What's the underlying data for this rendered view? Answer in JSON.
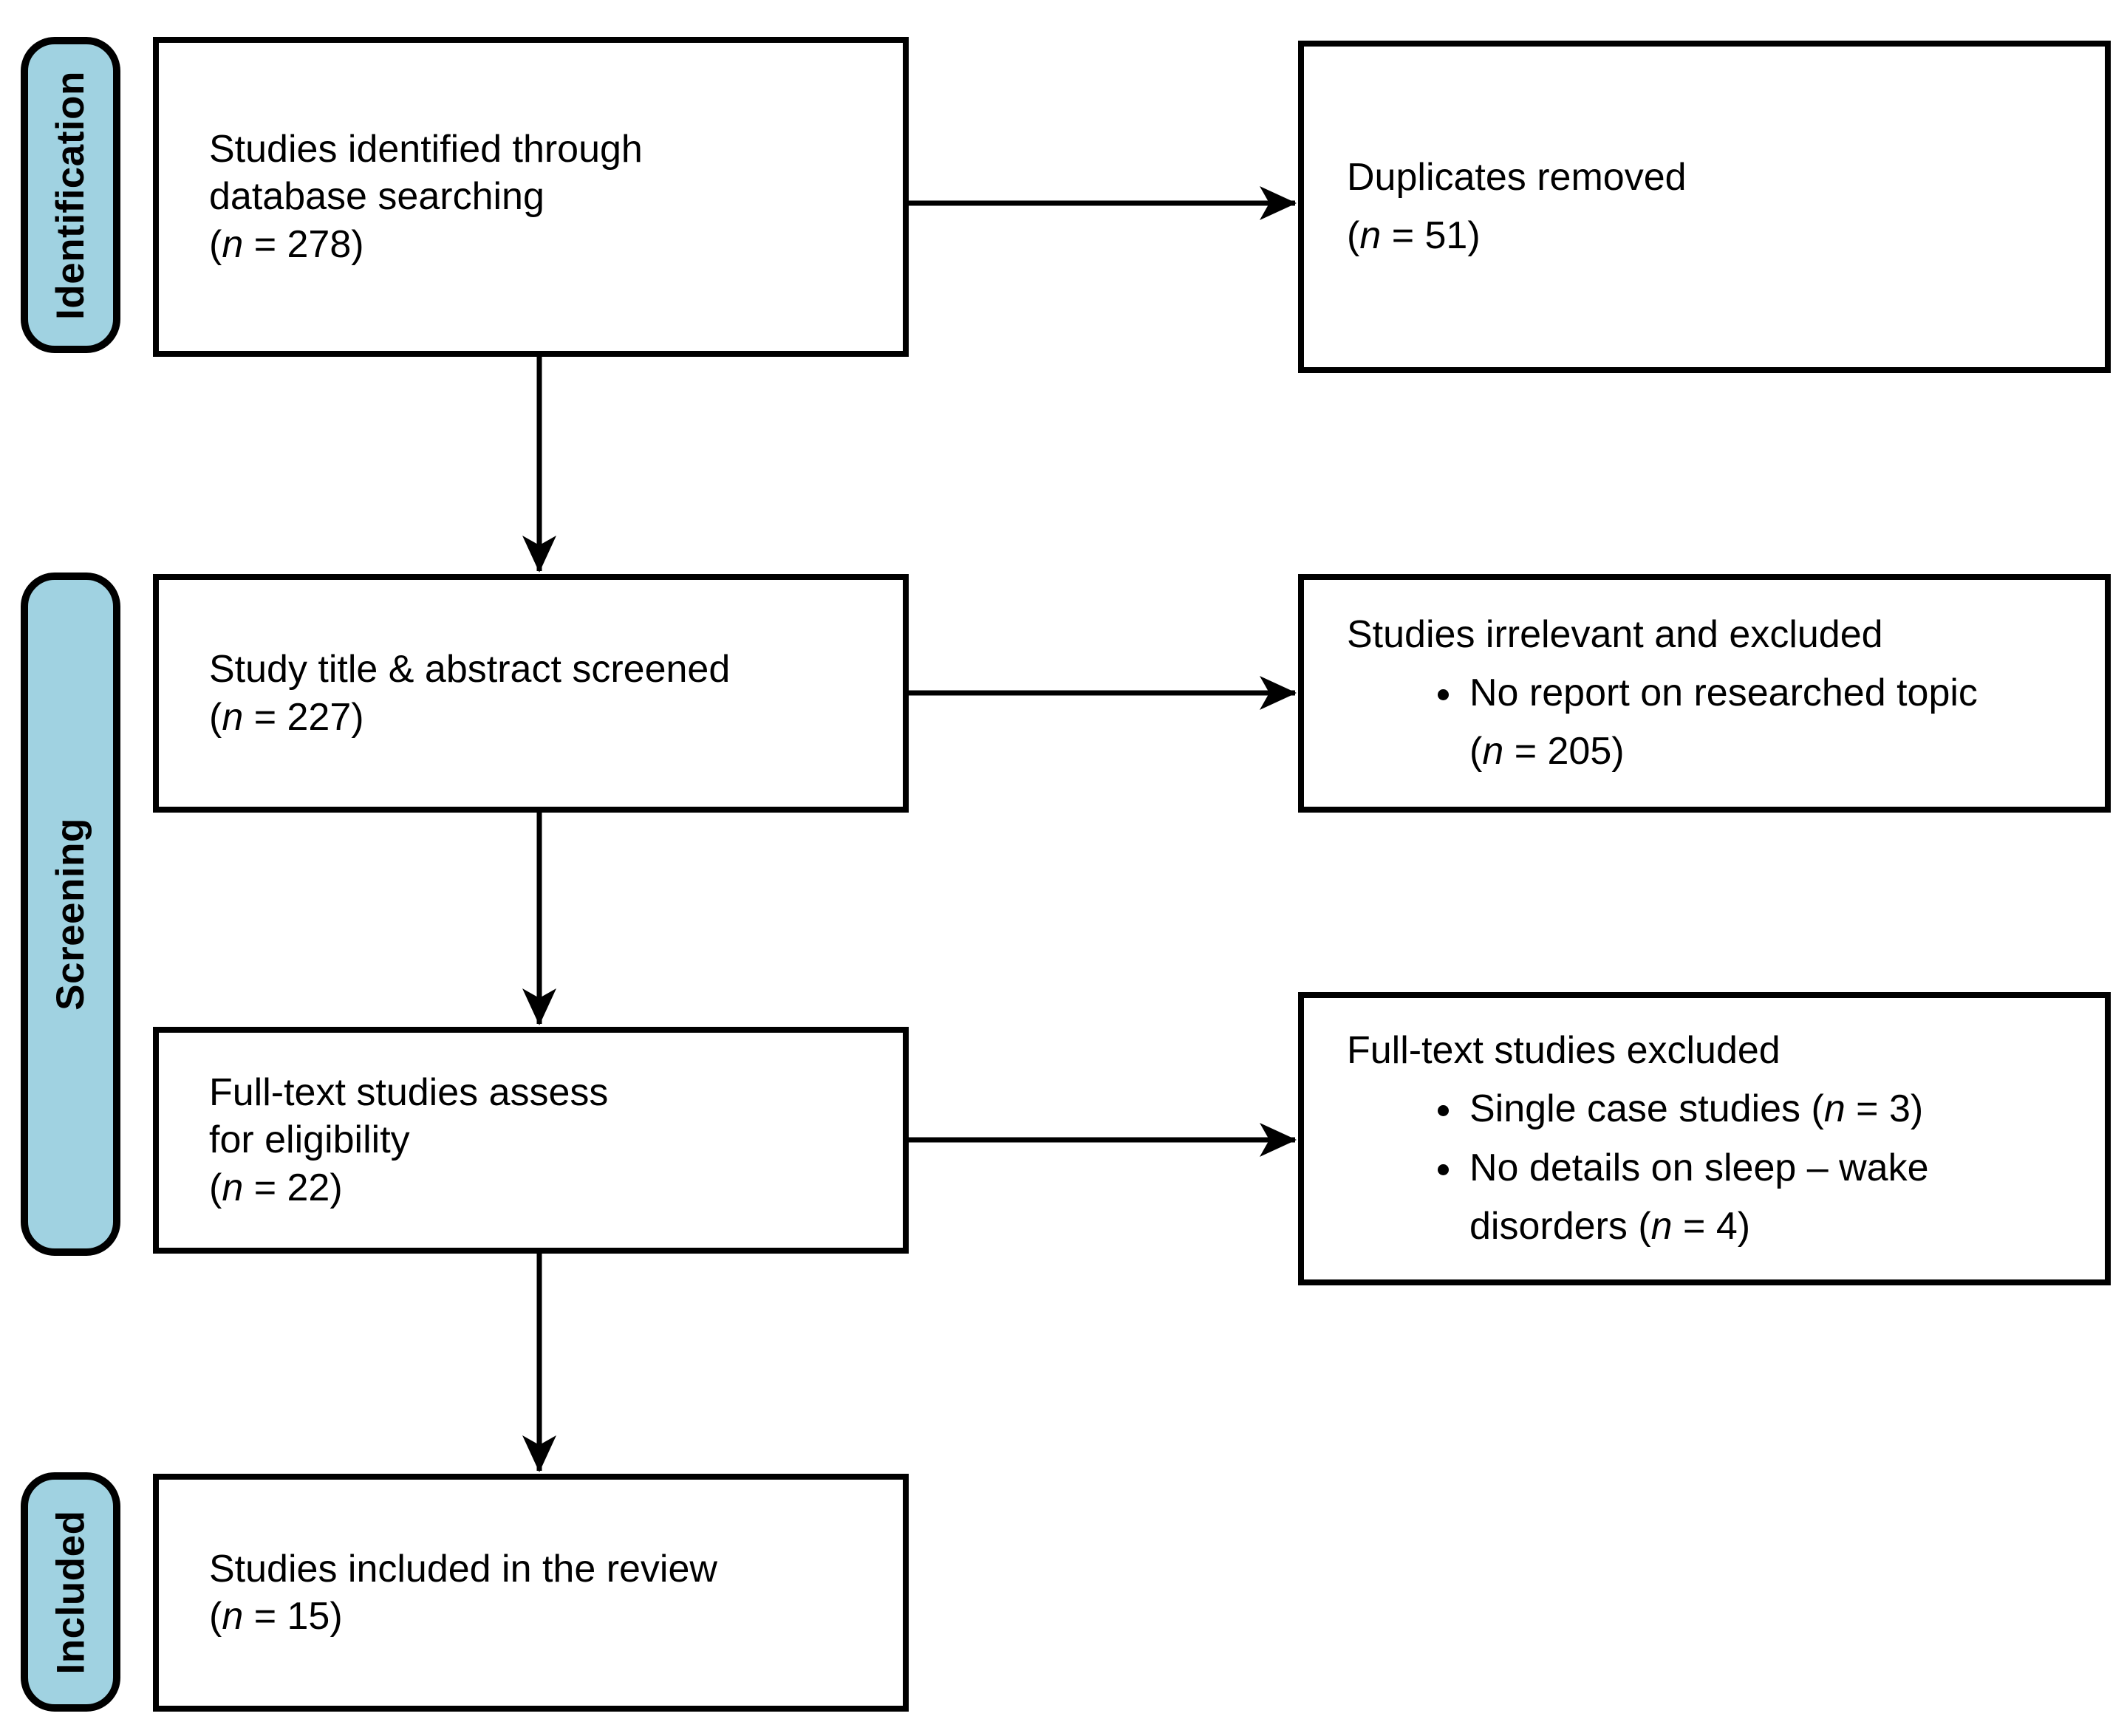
{
  "diagram_type": "prisma-flow",
  "colors": {
    "stage_fill": "#a0d2e1",
    "stage_border": "#000000",
    "box_border": "#000000",
    "box_background": "#ffffff",
    "arrow": "#000000",
    "text": "#000000"
  },
  "stages": [
    {
      "id": "identification",
      "label": "Identification"
    },
    {
      "id": "screening",
      "label": "Screening"
    },
    {
      "id": "included",
      "label": "Included"
    }
  ],
  "counts": {
    "identified": 278,
    "duplicates_removed": 51,
    "title_abstract_screened": 227,
    "irrelevant_excluded": 205,
    "fulltext_assessed": 22,
    "single_case_studies": 3,
    "no_sleep_wake_details": 4,
    "included_in_review": 15
  },
  "boxes": {
    "identified": {
      "lines": [
        [
          {
            "t": "Studies identified through"
          }
        ],
        [
          {
            "t": "database searching"
          }
        ],
        [
          {
            "t": "("
          },
          {
            "t": "n",
            "i": true
          },
          {
            "t": " = 278)"
          }
        ]
      ]
    },
    "duplicates": {
      "lines": [
        [
          {
            "t": "Duplicates removed"
          }
        ],
        [
          {
            "t": "("
          },
          {
            "t": "n",
            "i": true
          },
          {
            "t": " = 51)"
          }
        ]
      ]
    },
    "screened": {
      "lines": [
        [
          {
            "t": "Study title & abstract screened"
          }
        ],
        [
          {
            "t": "("
          },
          {
            "t": "n",
            "i": true
          },
          {
            "t": " = 227)"
          }
        ]
      ]
    },
    "irrelevant": {
      "title": [
        {
          "t": "Studies irrelevant and excluded"
        }
      ],
      "bullets": [
        {
          "lines": [
            [
              {
                "t": "No report on researched topic"
              }
            ],
            [
              {
                "t": "("
              },
              {
                "t": "n",
                "i": true
              },
              {
                "t": " = 205)"
              }
            ]
          ]
        }
      ]
    },
    "fulltext_assessed": {
      "lines": [
        [
          {
            "t": "Full-text studies assess"
          }
        ],
        [
          {
            "t": "for eligibility"
          }
        ],
        [
          {
            "t": "("
          },
          {
            "t": "n",
            "i": true
          },
          {
            "t": " = 22)"
          }
        ]
      ]
    },
    "fulltext_excluded": {
      "title": [
        {
          "t": "Full-text studies excluded"
        }
      ],
      "bullets": [
        {
          "lines": [
            [
              {
                "t": "Single case studies ("
              },
              {
                "t": "n",
                "i": true
              },
              {
                "t": " = 3)"
              }
            ]
          ]
        },
        {
          "lines": [
            [
              {
                "t": "No details on sleep – wake"
              }
            ],
            [
              {
                "t": "disorders ("
              },
              {
                "t": "n",
                "i": true
              },
              {
                "t": " = 4)"
              }
            ]
          ]
        }
      ]
    },
    "included_review": {
      "lines": [
        [
          {
            "t": "Studies included in the review"
          }
        ],
        [
          {
            "t": "("
          },
          {
            "t": "n",
            "i": true
          },
          {
            "t": " = 15)"
          }
        ]
      ]
    }
  }
}
